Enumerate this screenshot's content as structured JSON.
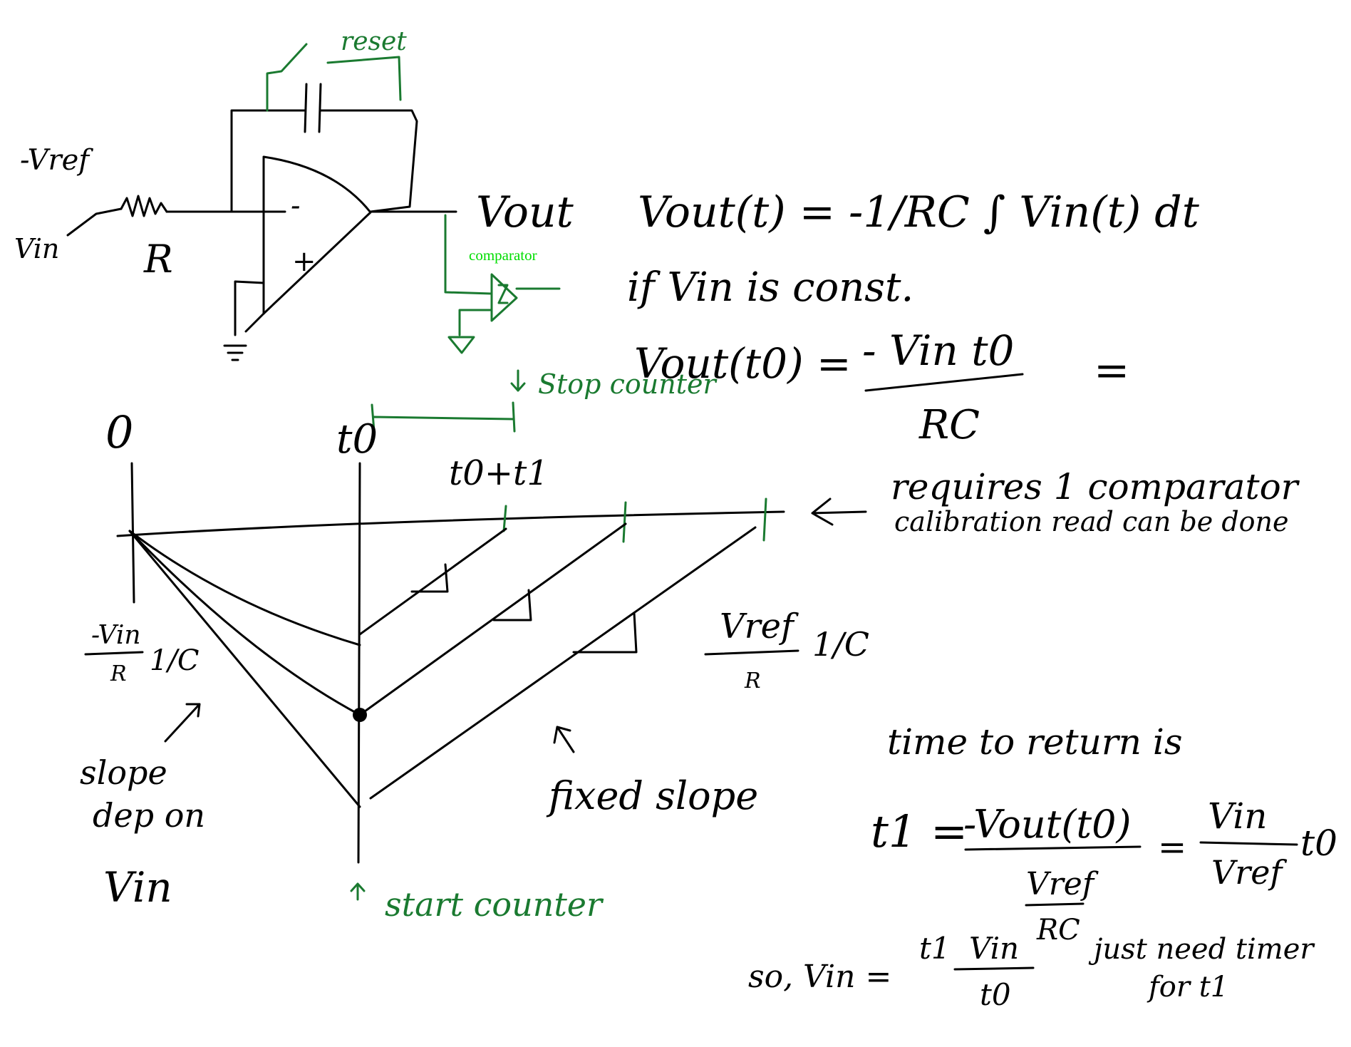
{
  "circuit": {
    "neg_vref": "-Vref",
    "vin": "Vin",
    "resistor_label": "R",
    "reset_label": "reset",
    "inverting_sign": "-",
    "noninverting_sign": "+",
    "vout_label": "Vout",
    "comparator_label": "comparator"
  },
  "equations": {
    "eq1": "Vout(t) = -1/RC ∫ Vin(t) dt",
    "if_const": "if Vin is const.",
    "eq2_lhs": "Vout(t0) =",
    "eq2_num": "- Vin t0",
    "eq2_den": "RC",
    "eq2_eq": "="
  },
  "timeline": {
    "zero": "0",
    "t0": "t0",
    "t0_plus_t1": "t0+t1",
    "stop_counter": "Stop counter",
    "start_counter": "start counter",
    "requires": "requires 1 comparator",
    "calibration": "calibration read can be done",
    "slope_frac_num": "-Vin",
    "slope_frac_den": "R",
    "slope_frac_c": "1/C",
    "slope_dep_line1": "slope",
    "slope_dep_line2": "dep on",
    "slope_dep_line3": "Vin",
    "fixed_slope": "fixed slope",
    "vref_frac_num": "Vref",
    "vref_frac_den": "R",
    "vref_frac_c": "1/C"
  },
  "derivation": {
    "intro": "time to return is",
    "t1_lhs": "t1 =",
    "t1_num": "-Vout(t0)",
    "t1_den1": "Vref",
    "t1_den2": "RC",
    "eq_sign": "=",
    "ratio_num": "Vin",
    "ratio_den": "Vref",
    "ratio_t0": "t0",
    "so_vin": "so, Vin =",
    "so_t1": "t1",
    "so_num": "Vin",
    "so_den": "t0",
    "need_timer1": "just need timer",
    "need_timer2": "for t1"
  }
}
